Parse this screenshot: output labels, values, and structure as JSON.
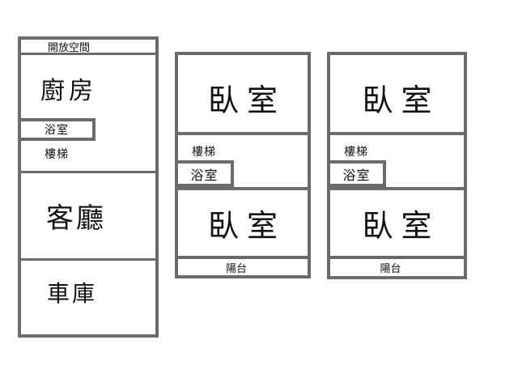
{
  "style": {
    "stroke_color": "#6b6b6b",
    "text_color": "#111111",
    "background_color": "#ffffff"
  },
  "plans": [
    {
      "name": "ground-floor-plan",
      "rooms": {
        "open_space": "開放空間",
        "kitchen": "廚房",
        "bathroom": "浴室",
        "stairs": "樓梯",
        "living_room": "客廳",
        "garage": "車庫"
      }
    },
    {
      "name": "upper-floor-plan-middle",
      "rooms": {
        "bedroom_top": "臥室",
        "stairs": "樓梯",
        "bathroom": "浴室",
        "bedroom_bottom": "臥室",
        "balcony": "陽台"
      }
    },
    {
      "name": "upper-floor-plan-right",
      "rooms": {
        "bedroom_top": "臥室",
        "stairs": "樓梯",
        "bathroom": "浴室",
        "bedroom_bottom": "臥室",
        "balcony": "陽台"
      }
    }
  ]
}
